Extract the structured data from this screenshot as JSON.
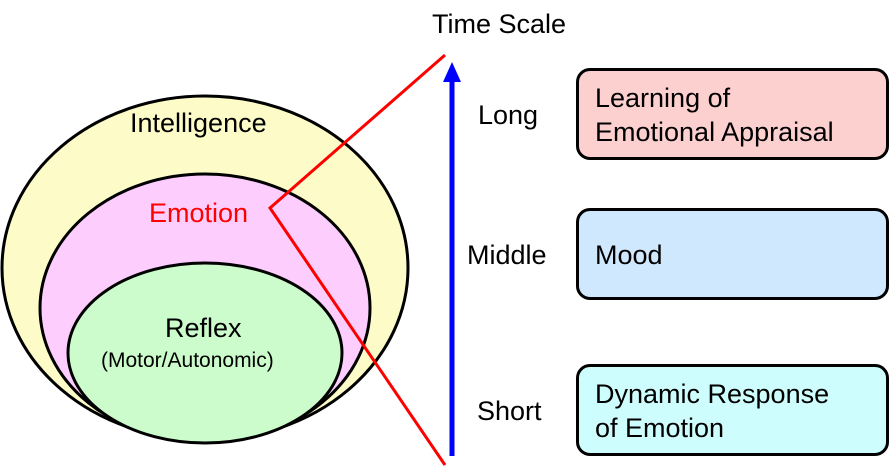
{
  "venn": {
    "outer": "Intelligence",
    "middle": "Emotion",
    "inner": "Reflex",
    "inner_sub": "(Motor/Autonomic)"
  },
  "axis": {
    "title": "Time Scale",
    "long": "Long",
    "middle": "Middle",
    "short": "Short"
  },
  "boxes": {
    "long": [
      "Learning of",
      "Emotional Appraisal"
    ],
    "middle": [
      "Mood"
    ],
    "short": [
      "Dynamic Response",
      "of Emotion"
    ]
  },
  "colors": {
    "intelligence_fill": "#fdfcc8",
    "emotion_fill": "#fdcdfd",
    "reflex_fill": "#ccfccc",
    "emotion_text": "#ff0000",
    "zoom_line": "#ff0000",
    "axis_arrow": "#0000ff",
    "box_long_fill": "#fdd0d0",
    "box_middle_fill": "#d0e8fd",
    "box_short_fill": "#cefdfd"
  }
}
